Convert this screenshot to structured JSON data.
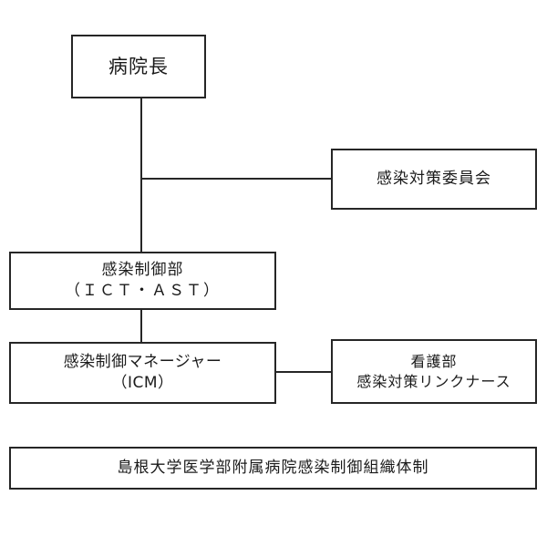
{
  "diagram": {
    "title_caption": "島根大学医学部附属病院感染制御組織体制",
    "nodes": {
      "director": {
        "label": "病院長"
      },
      "committee": {
        "label": "感染対策委員会"
      },
      "infection_control_dept": {
        "line1": "感染制御部",
        "line2": "（ＩＣＴ・ＡＳＴ）"
      },
      "infection_control_manager": {
        "line1": "感染制御マネージャー",
        "line2": "（ICM）"
      },
      "nursing": {
        "line1": "看護部",
        "line2": "感染対策リンクナース"
      }
    },
    "colors": {
      "background": "#ffffff",
      "border": "#262626",
      "text": "#1a1a1a",
      "connector": "#262626"
    }
  }
}
